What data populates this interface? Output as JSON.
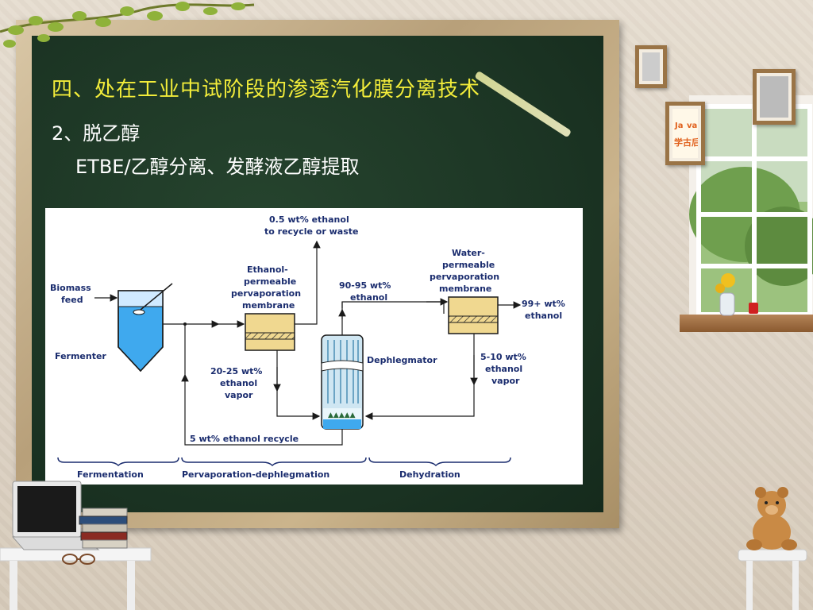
{
  "slide": {
    "title": "四、处在工业中试阶段的渗透汽化膜分离技术",
    "subtitle_1": "2、脱乙醇",
    "subtitle_2": "ETBE/乙醇分离、发酵液乙醇提取"
  },
  "diagram": {
    "labels": {
      "biomass_feed_1": "Biomass",
      "biomass_feed_2": "feed",
      "fermenter": "Fermenter",
      "recycle_top_1": "0.5 wt% ethanol",
      "recycle_top_2": "to recycle or waste",
      "eth_membrane_1": "Ethanol-",
      "eth_membrane_2": "permeable",
      "eth_membrane_3": "pervaporation",
      "eth_membrane_4": "membrane",
      "mid_ethanol_1": "90-95 wt%",
      "mid_ethanol_2": "ethanol",
      "water_membrane_1": "Water-",
      "water_membrane_2": "permeable",
      "water_membrane_3": "pervaporation",
      "water_membrane_4": "membrane",
      "product_1": "99+ wt%",
      "product_2": "ethanol",
      "vapor_left_1": "20-25 wt%",
      "vapor_left_2": "ethanol",
      "vapor_left_3": "vapor",
      "dephlegmator": "Dephlegmator",
      "vapor_right_1": "5-10 wt%",
      "vapor_right_2": "ethanol",
      "vapor_right_3": "vapor",
      "recycle_bottom": "5 wt% ethanol recycle",
      "stage_1": "Fermentation",
      "stage_2": "Pervaporation-dephlegmation",
      "stage_3": "Dehydration"
    }
  },
  "decor": {
    "colors": {
      "board": "#1c3524",
      "title": "#f2ec3a",
      "diagram_text": "#1a2c6e",
      "membrane": "#f0d890",
      "fermenter_liquid": "#3fa9ee"
    },
    "icons": [
      "ivy-vine-icon",
      "picture-frame-icon",
      "java-logo-icon",
      "window-icon",
      "laptop-icon",
      "books-icon",
      "glasses-icon",
      "teddy-bear-icon",
      "flower-vase-icon",
      "cup-icon"
    ],
    "logo_text": "Ja va 学古后"
  }
}
